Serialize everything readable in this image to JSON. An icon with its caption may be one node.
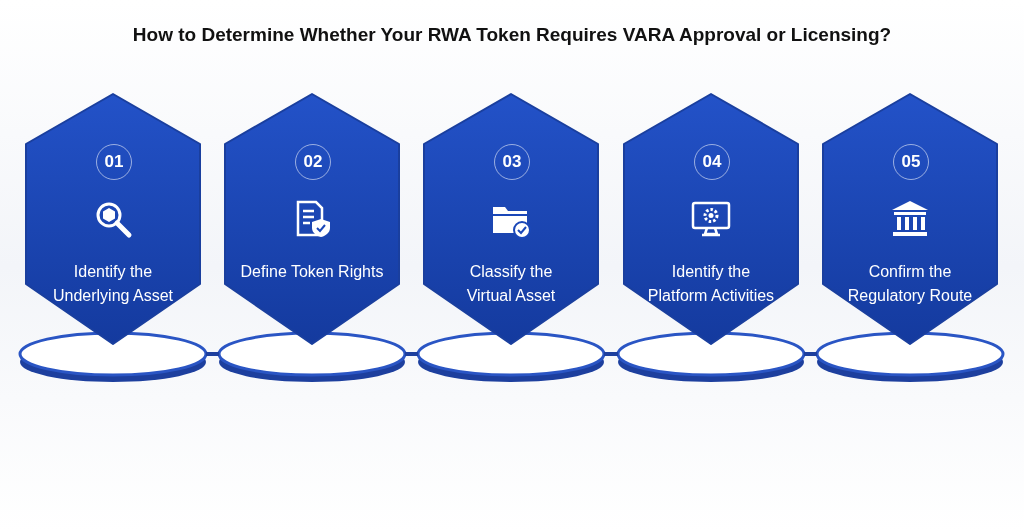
{
  "diagram": {
    "title": "How to Determine Whether Your RWA Token Requires VARA Approval or Licensing?",
    "nodes": [
      {
        "text": [
          "01",
          "Identify the Underlying Asset"
        ]
      },
      {
        "text": [
          "02",
          "Define Token Rights"
        ]
      },
      {
        "text": [
          "03",
          "Classify the Virtual Asset"
        ]
      },
      {
        "text": [
          "04",
          "Identify the Platform Activities"
        ]
      },
      {
        "text": [
          "05",
          "Confirm the Regulatory Route"
        ]
      }
    ],
    "edges": [
      {
        "from": 0,
        "to": 1,
        "arrow": "none"
      },
      {
        "from": 1,
        "to": 2,
        "arrow": "none"
      },
      {
        "from": 2,
        "to": 3,
        "arrow": "none"
      },
      {
        "from": 3,
        "to": 4,
        "arrow": "none"
      }
    ]
  }
}
